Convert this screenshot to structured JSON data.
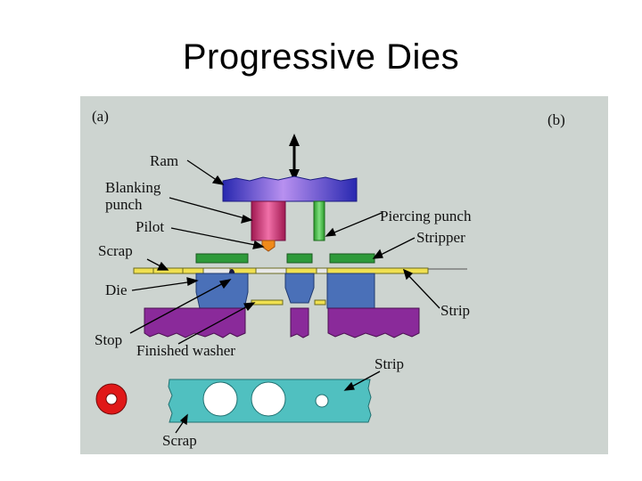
{
  "title": "Progressive Dies",
  "figure": {
    "panel_a": "(a)",
    "panel_b": "(b)",
    "labels": {
      "ram": "Ram",
      "blanking_line1": "Blanking",
      "blanking_line2": "punch",
      "pilot": "Pilot",
      "scrap_a": "Scrap",
      "die": "Die",
      "stop": "Stop",
      "finished_washer": "Finished washer",
      "piercing_punch": "Piercing punch",
      "stripper": "Stripper",
      "strip_a": "Strip",
      "strip_b": "Strip",
      "scrap_b": "Scrap"
    },
    "colors": {
      "background": "#cdd4d0",
      "ram": "#3a3ac8",
      "blanking_punch": "#c0306a",
      "pilot": "#f08a1a",
      "piercing_punch": "#40b840",
      "stripper": "#2e9a3a",
      "strip": "#f0e050",
      "die": "#4a70b8",
      "die_block": "#8a2a9a",
      "washer": "#e01818",
      "strip_b": "#50c0c0"
    }
  }
}
